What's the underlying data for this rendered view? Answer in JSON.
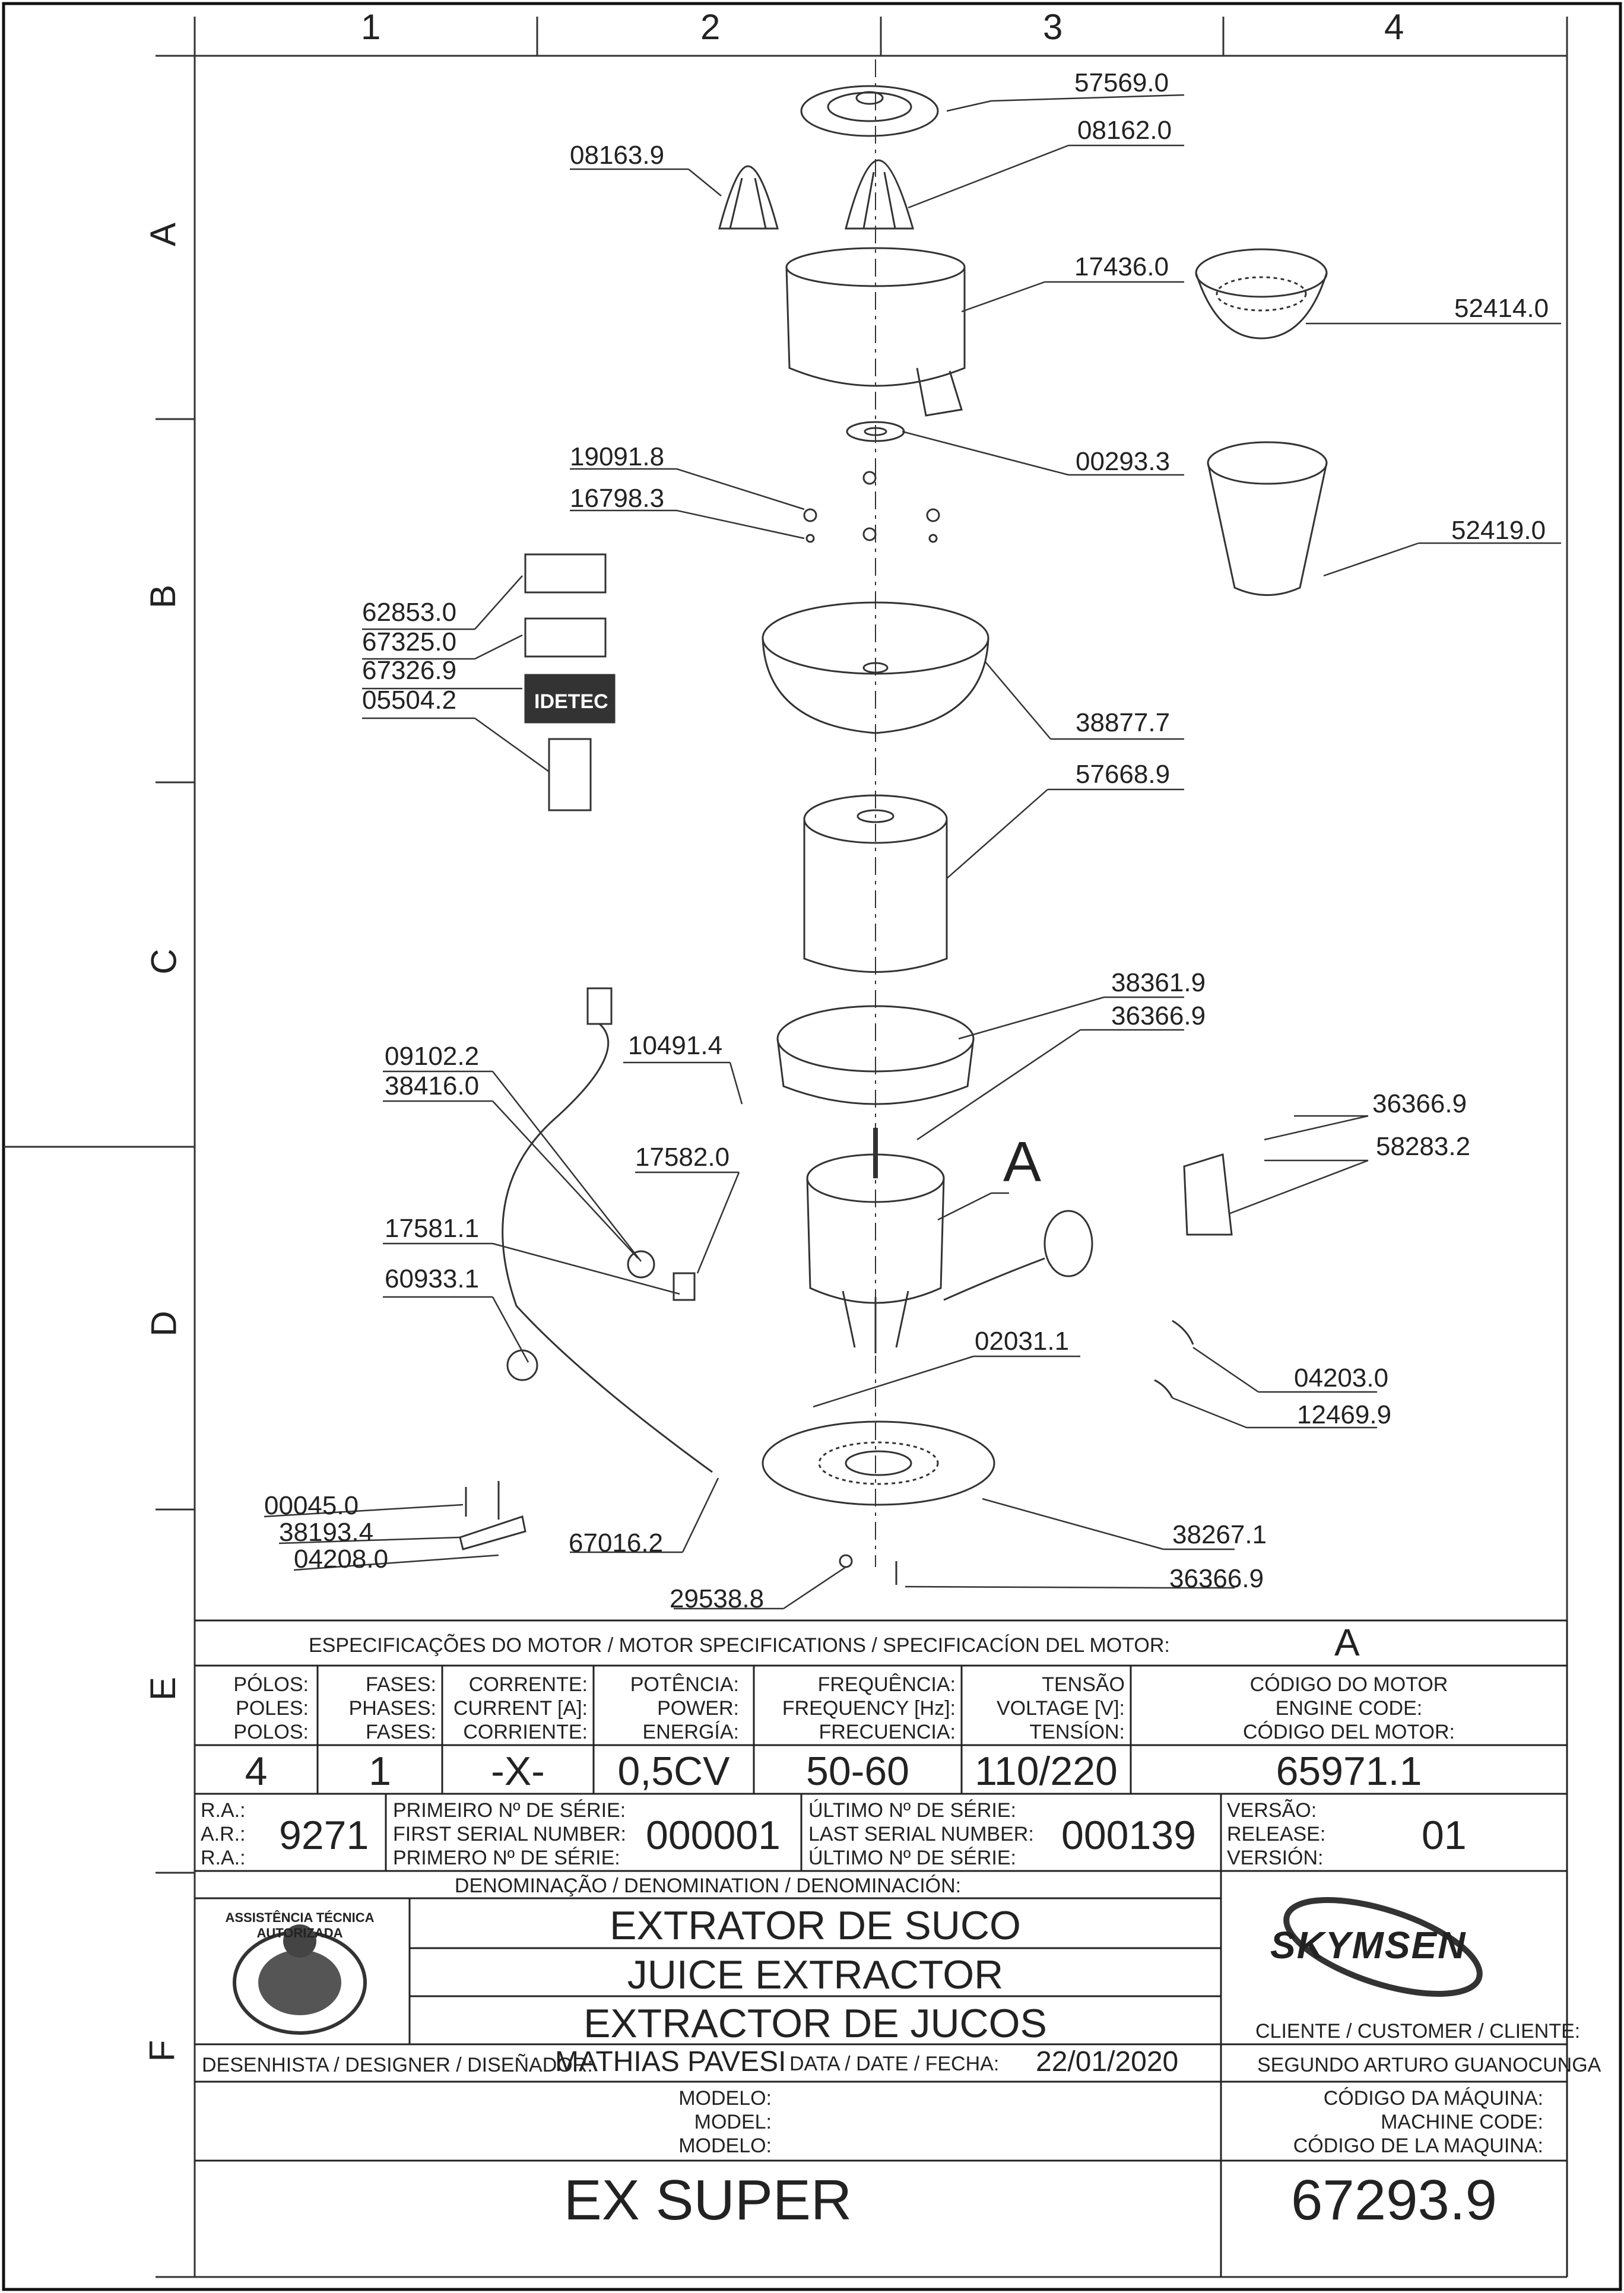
{
  "grid": {
    "columns": [
      "1",
      "2",
      "3",
      "4"
    ],
    "rows": [
      "A",
      "B",
      "C",
      "D",
      "E",
      "F"
    ]
  },
  "callouts": {
    "p57569": "57569.0",
    "p08162": "08162.0",
    "p08163": "08163.9",
    "p17436": "17436.0",
    "p52414": "52414.0",
    "p00293": "00293.3",
    "p19091": "19091.8",
    "p16798": "16798.3",
    "p52419": "52419.0",
    "p62853": "62853.0",
    "p67325": "67325.0",
    "p67326": "67326.9",
    "p05504": "05504.2",
    "p38877": "38877.7",
    "p57668": "57668.9",
    "p38361": "38361.9",
    "p36366a": "36366.9",
    "p09102": "09102.2",
    "p38416": "38416.0",
    "p10491": "10491.4",
    "p36366b": "36366.9",
    "p58283": "58283.2",
    "p17582": "17582.0",
    "motor_ref": "A",
    "p17581": "17581.1",
    "p60933": "60933.1",
    "p02031": "02031.1",
    "p04203": "04203.0",
    "p12469": "12469.9",
    "p00045": "00045.0",
    "p38193": "38193.4",
    "p04208": "04208.0",
    "p67016": "67016.2",
    "p38267": "38267.1",
    "p29538": "29538.8",
    "p36366c": "36366.9"
  },
  "labels": {
    "brand_plate": "IDETEC"
  },
  "motor_spec": {
    "title": "ESPECIFICAÇÕES DO MOTOR / MOTOR SPECIFICATIONS / SPECIFICACÍON DEL MOTOR:",
    "ref": "A",
    "headers": {
      "poles": [
        "PÓLOS:",
        "POLES:",
        "POLOS:"
      ],
      "phases": [
        "FASES:",
        "PHASES:",
        "FASES:"
      ],
      "current": [
        "CORRENTE:",
        "CURRENT [A]:",
        "CORRIENTE:"
      ],
      "power": [
        "POTÊNCIA:",
        "POWER:",
        "ENERGÍA:"
      ],
      "frequency": [
        "FREQUÊNCIA:",
        "FREQUENCY [Hz]:",
        "FRECUENCIA:"
      ],
      "voltage": [
        "TENSÃO",
        "VOLTAGE [V]:",
        "TENSÍON:"
      ],
      "engine_code": [
        "CÓDIGO DO MOTOR",
        "ENGINE CODE:",
        "CÓDIGO DEL MOTOR:"
      ]
    },
    "values": {
      "poles": "4",
      "phases": "1",
      "current": "-X-",
      "power": "0,5CV",
      "frequency": "50-60",
      "voltage": "110/220",
      "engine_code": "65971.1"
    }
  },
  "revision": {
    "ra_labels": [
      "R.A.:",
      "A.R.:",
      "R.A.:"
    ],
    "ra_value": "9271",
    "first_serial_labels": [
      "PRIMEIRO Nº DE SÉRIE:",
      "FIRST SERIAL NUMBER:",
      "PRIMERO Nº DE SÉRIE:"
    ],
    "first_serial_value": "000001",
    "last_serial_labels": [
      "ÚLTIMO Nº DE SÉRIE:",
      "LAST SERIAL NUMBER:",
      "ÚLTIMO Nº DE SÉRIE:"
    ],
    "last_serial_value": "000139",
    "version_labels": [
      "VERSÃO:",
      "RELEASE:",
      "VERSIÓN:"
    ],
    "version_value": "01"
  },
  "title_block": {
    "denomination_label": "DENOMINAÇÃO / DENOMINATION / DENOMINACIÓN:",
    "names": [
      "EXTRATOR DE SUCO",
      "JUICE EXTRACTOR",
      "EXTRACTOR DE JUCOS"
    ],
    "logo_left_text": "ASSISTÊNCIA TÉCNICA AUTORIZADA",
    "brand": "SKYMSEN",
    "client_label": "CLIENTE / CUSTOMER / CLIENTE:",
    "client_value": "SEGUNDO ARTURO GUANOCUNGA",
    "designer_label": "DESENHISTA / DESIGNER / DISEÑADOR:",
    "designer_value": "MATHIAS PAVESI",
    "date_label": "DATA / DATE / FECHA:",
    "date_value": "22/01/2020",
    "model_labels": [
      "MODELO:",
      "MODEL:",
      "MODELO:"
    ],
    "model_value": "EX SUPER",
    "machine_code_labels": [
      "CÓDIGO DA MÁQUINA:",
      "MACHINE CODE:",
      "CÓDIGO DE LA MAQUINA:"
    ],
    "machine_code_value": "67293.9"
  }
}
